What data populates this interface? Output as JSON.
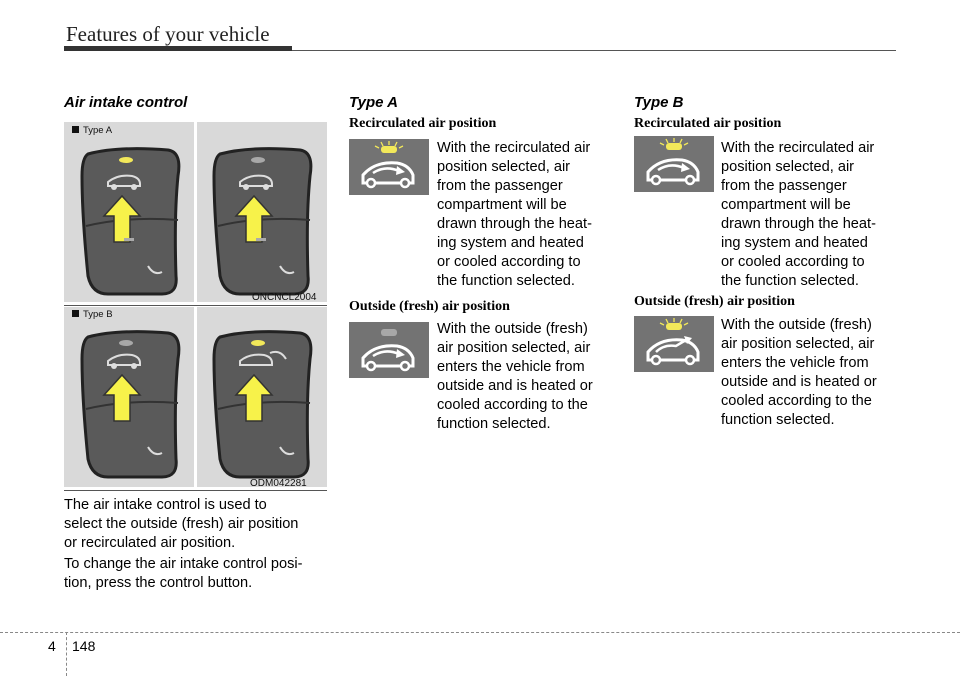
{
  "header": {
    "title": "Features of your vehicle"
  },
  "left": {
    "section_title": "Air intake control",
    "type_a_label": "Type A",
    "type_a_code": "ONCNCL2004",
    "type_b_label": "Type B",
    "type_b_code": "ODM042281",
    "para1_lines": [
      "The air intake control is used to",
      "select the outside (fresh) air position",
      "or recirculated air position."
    ],
    "para2_lines": [
      "To change the air intake control posi-",
      "tion, press the control button."
    ]
  },
  "type_a": {
    "title": "Type A",
    "recirc_heading": "Recirculated air position",
    "recirc_lines": [
      "With the recirculated air",
      "position selected, air",
      "from the passenger",
      "compartment will be",
      "drawn through the heat-",
      "ing system and heated",
      "or cooled according to",
      "the function selected."
    ],
    "fresh_heading": "Outside (fresh) air position",
    "fresh_lines": [
      "With the outside (fresh)",
      "air position selected, air",
      "enters the vehicle from",
      "outside and is heated or",
      "cooled according to the",
      "function selected."
    ]
  },
  "type_b": {
    "title": "Type B",
    "recirc_heading": "Recirculated air position",
    "recirc_lines": [
      "With the recirculated air",
      "position selected, air",
      "from the passenger",
      "compartment will be",
      "drawn through the heat-",
      "ing system and heated",
      "or cooled according to",
      "the function selected."
    ],
    "fresh_heading": "Outside (fresh) air position",
    "fresh_lines": [
      "With the outside (fresh)",
      "air position selected, air",
      "enters the vehicle from",
      "outside and is heated or",
      "cooled according to the",
      "function selected."
    ]
  },
  "footer": {
    "chapter": "4",
    "page": "148"
  },
  "icons": {
    "led_on": "#f2e85a",
    "led_off": "#a8a8a8",
    "arrow": "#f7f24a",
    "button_face": "#5a5a5a"
  }
}
